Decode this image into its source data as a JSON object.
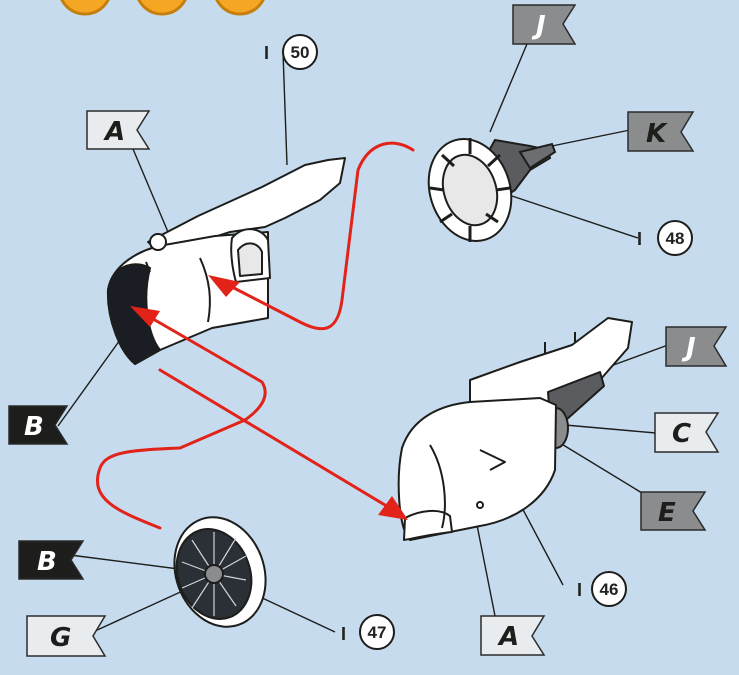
{
  "flag_labels": {
    "j_top": "J",
    "a_left": "A",
    "k": "K",
    "j_right": "J",
    "c": "C",
    "e": "E",
    "b_left": "B",
    "b_bottom": "B",
    "g": "G",
    "a_bottom": "A"
  },
  "part_callouts": {
    "p50": {
      "tick": "I",
      "number": "50"
    },
    "p48": {
      "tick": "I",
      "number": "48"
    },
    "p46": {
      "tick": "I",
      "number": "46"
    },
    "p47": {
      "tick": "I",
      "number": "47"
    }
  },
  "colors": {
    "background": "#c6dcee",
    "arrow": "#e2231a",
    "flag_dark": "#1d1d1b",
    "flag_mid": "#8a8c8e",
    "flag_light": "#e9ecee",
    "coin": "#f5a623"
  }
}
